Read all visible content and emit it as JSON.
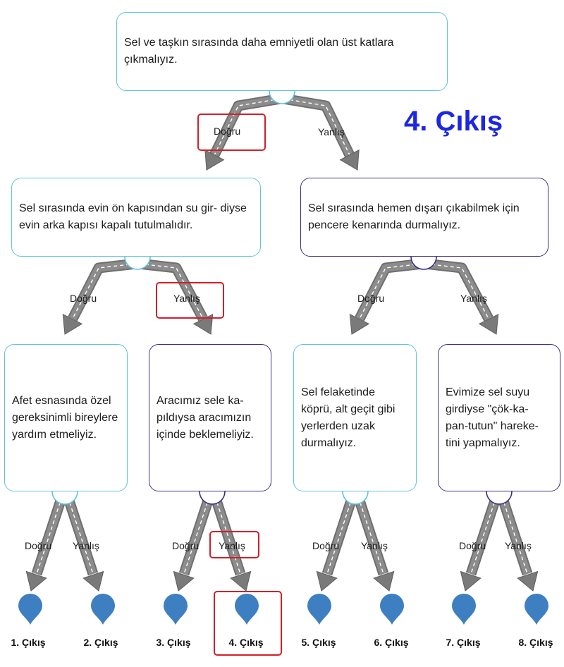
{
  "nodes": {
    "root": "Sel ve taşkın sırasında daha emniyetli olan üst katlara çıkmalıyız.",
    "left": "Sel sırasında evin ön kapısından su gir- diyse evin arka kapısı kapalı tutulmalıdır.",
    "right": "Sel sırasında hemen dışarı çıkabilmek için pencere kenarında durmalıyız.",
    "ll": "Afet esnasında özel gereksinimli bireylere yardım etmeliyiz.",
    "lr": "Aracımız sele ka- pıldıysa aracımızın içinde beklemeliyiz.",
    "rl": "Sel felaketinde köprü, alt geçit gibi yerlerden uzak durmalıyız.",
    "rr": "Evimize sel suyu girdiyse \"çök-ka- pan-tutun\" hareke- tini yapmalıyız."
  },
  "branches": {
    "true": "Doğru",
    "false": "Yanlış"
  },
  "exits": [
    "1. Çıkış",
    "2. Çıkış",
    "3. Çıkış",
    "4. Çıkış",
    "5. Çıkış",
    "6. Çıkış",
    "7. Çıkış",
    "8. Çıkış"
  ],
  "result": "4. Çıkış",
  "colors": {
    "box_border_cyan": "#5fc4dc",
    "box_border_purple": "#3d2f86",
    "arrow": "#7a7a7a",
    "highlight": "#d0202a",
    "pin": "#3e7fc1",
    "result_text": "#1d27e0"
  }
}
